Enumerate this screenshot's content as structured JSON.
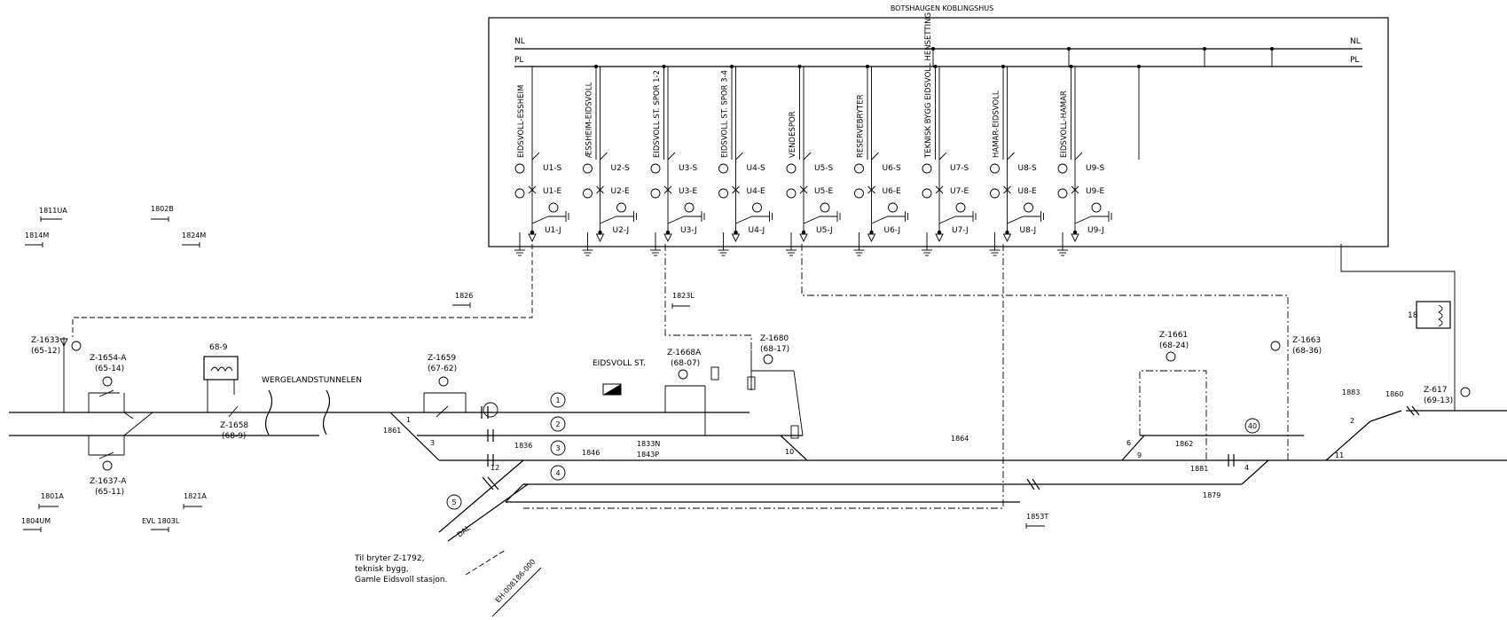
{
  "switchhouse": {
    "title": "BOTSHAUGEN KOBLINGSHUS",
    "bus_nl_left": "NL",
    "bus_nl_right": "NL",
    "bus_pl_left": "PL",
    "bus_pl_right": "PL",
    "feeders": [
      {
        "name": "EIDSVOLL-ESSHEIM",
        "s": "U1-S",
        "e": "U1-E",
        "j": "U1-J"
      },
      {
        "name": "ÆSSHEIM-EIDSVOLL",
        "s": "U2-S",
        "e": "U2-E",
        "j": "U2-J"
      },
      {
        "name": "EIDSVOLL ST. SPOR 1-2",
        "s": "U3-S",
        "e": "U3-E",
        "j": "U3-J"
      },
      {
        "name": "EIDSVOLL ST. SPOR 3-4",
        "s": "U4-S",
        "e": "U4-E",
        "j": "U4-J"
      },
      {
        "name": "VENDESPOR",
        "s": "U5-S",
        "e": "U5-E",
        "j": "U5-J"
      },
      {
        "name": "RESERVEBRYTER",
        "s": "U6-S",
        "e": "U6-E",
        "j": "U6-J"
      },
      {
        "name": "TEKNISK BYGG EIDSVOLL HENSETTING",
        "s": "U7-S",
        "e": "U7-E",
        "j": "U7-J"
      },
      {
        "name": "HAMAR-EIDSVOLL",
        "s": "U8-S",
        "e": "U8-E",
        "j": "U8-J"
      },
      {
        "name": "EIDSVOLL-HAMAR",
        "s": "U9-S",
        "e": "U9-E",
        "j": "U9-J"
      }
    ]
  },
  "labels": {
    "l1811UA": "1811UA",
    "l1802B": "1802B",
    "l1814M": "1814M",
    "l1824M": "1824M",
    "l1826": "1826",
    "l1823L": "1823L",
    "l1801A": "1801A",
    "l1821A": "1821A",
    "l1804UM": "1804UM",
    "l1803L": "EVL 1803L",
    "l1836": "1836",
    "l1846": "1846",
    "l1833N": "1833N",
    "l1843P": "1843P",
    "l1861": "1861",
    "l1864": "1864",
    "l1862": "1862",
    "l1881": "1881",
    "l1879": "1879",
    "l1853T": "1853T",
    "l1883": "1883",
    "l1860": "1860",
    "tunnel": "WERGELANDSTUNNELEN",
    "station": "EIDSVOLL ST.",
    "dal": "DAL",
    "drawing_no": "EH-008186-000",
    "note_line1": "Til bryter Z-1792,",
    "note_line2": "teknisk bygg,",
    "note_line3": "Gamle Eidsvoll stasjon."
  },
  "switches": {
    "z1633": "Z-1633",
    "z1633b": "(65-12)",
    "z1654": "Z-1654-A",
    "z1654b": "(65-14)",
    "z1637": "Z-1637-A",
    "z1637b": "(65-11)",
    "z1658": "Z-1658",
    "z1658b": "(68-9)",
    "t689": "68-9",
    "z1659": "Z-1659",
    "z1659b": "(67-62)",
    "z1668": "Z-1668A",
    "z1668b": "(68-07)",
    "z1680": "Z-1680",
    "z1680b": "(68-17)",
    "z1661": "Z-1661",
    "z1661b": "(68-24)",
    "z1663": "Z-1663",
    "z1663b": "(68-36)",
    "z617": "Z-617",
    "z617b": "(69-13)",
    "t18": "18"
  },
  "tracks": {
    "t1": "1",
    "t2": "2",
    "t3": "3",
    "t4": "4",
    "t5": "5",
    "t40": "40",
    "n1": "1",
    "n3": "3",
    "n10": "10",
    "n12": "12",
    "n6": "6",
    "n9": "9",
    "n4": "4",
    "n2": "2",
    "n11": "11"
  }
}
